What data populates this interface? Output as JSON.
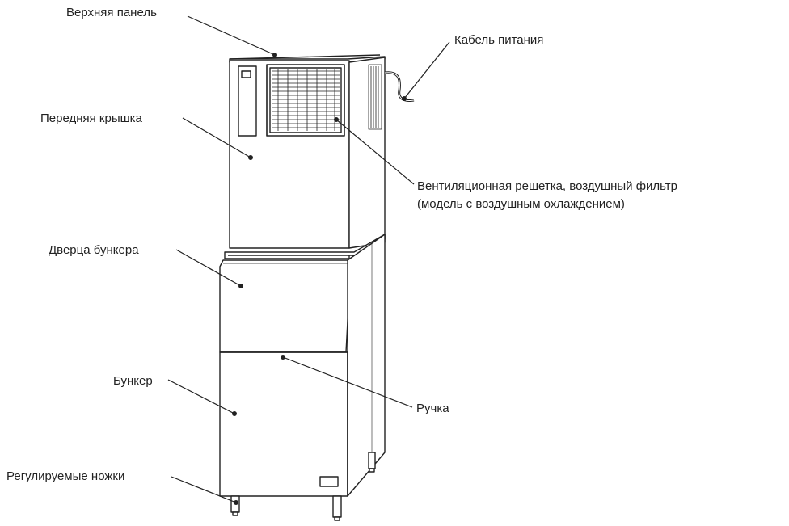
{
  "labels": {
    "top_panel": "Верхняя панель",
    "power_cable": "Кабель питания",
    "front_cover": "Передняя крышка",
    "vent_line1": "Вентиляционная решетка, воздушный фильтр",
    "vent_line2": "(модель с воздушным охлаждением)",
    "bin_door": "Дверца бункера",
    "bin": "Бункер",
    "handle": "Ручка",
    "adjustable_legs": "Регулируемые ножки"
  },
  "colors": {
    "line": "#222222",
    "background": "#ffffff"
  }
}
